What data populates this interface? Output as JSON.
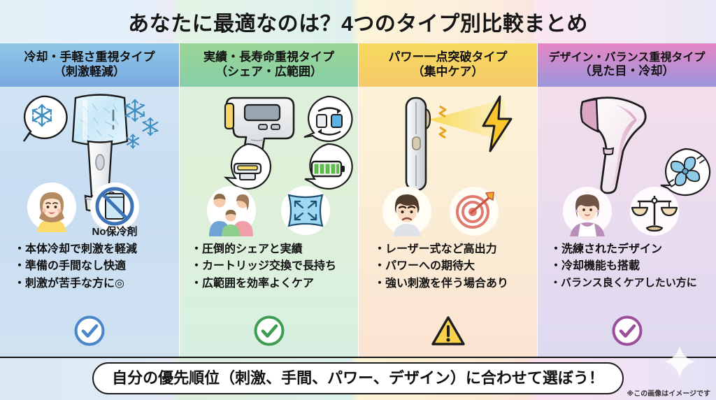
{
  "header": {
    "title": "あなたに最適なのは？4つのタイプ別比較まとめ"
  },
  "theme": {
    "accent_col1": "#4a86c8",
    "accent_col2": "#3f9d52",
    "accent_col3": "#f2c230",
    "accent_col4": "#9b4f9b",
    "title_color": "#161616",
    "text_color": "#111111"
  },
  "columns": [
    {
      "head_line1": "冷却・手軽さ重視タイプ",
      "head_line2": "（刺激軽減）",
      "bullets": [
        "・本体冷却で刺激を軽減",
        "・準備の手間なし快適",
        "・刺激が苦手な方に◎"
      ],
      "verdict": "check",
      "verdict_color": "#4a86c8",
      "icons": [
        "frost-device-icon",
        "snowflake-speech-bubble-icon",
        "snowflake-icon",
        "smiling-woman-avatar-icon",
        "no-coolant-prohibition-icon"
      ],
      "badge_label": "No保冷剤"
    },
    {
      "head_line1": "実績・長寿命重視タイプ",
      "head_line2": "（シェア・広範囲）",
      "bullets": [
        "・圧倒的シェアと実績",
        "・カートリッジ交換で長持ち",
        "・広範囲を効率よくケア"
      ],
      "verdict": "check",
      "verdict_color": "#3f9d52",
      "icons": [
        "ipl-gun-device-icon",
        "cartridge-swap-icon",
        "cartridge-icon",
        "battery-full-icon",
        "family-avatar-icon",
        "wide-area-expand-icon"
      ],
      "badge_label": ""
    },
    {
      "head_line1": "パワー一点突破タイプ",
      "head_line2": "（集中ケア）",
      "bullets": [
        "・レーザー式など高出力",
        "・パワーへの期待大",
        "・強い刺激を伴う場合あり"
      ],
      "verdict": "warning",
      "verdict_color": "#f2c230",
      "icons": [
        "laser-stick-device-icon",
        "laser-beam-icon",
        "lightning-bolt-icon",
        "grimacing-man-avatar-icon",
        "target-bullseye-icon"
      ],
      "badge_label": ""
    },
    {
      "head_line1": "デザイン・バランス重視タイプ",
      "head_line2": "（見た目・冷却）",
      "bullets": [
        "・洗練されたデザイン",
        "・冷却機能も搭載",
        "・バランス良くケアしたい方に"
      ],
      "verdict": "check",
      "verdict_color": "#9b4f9b",
      "icons": [
        "designer-device-icon",
        "cooling-fan-icon",
        "professional-woman-avatar-icon",
        "balance-scales-icon"
      ],
      "badge_label": ""
    }
  ],
  "footer": {
    "callout": "自分の優先順位（刺激、手間、パワー、デザイン）に合わせて選ぼう！",
    "disclaimer": "※この画像はイメージです"
  }
}
